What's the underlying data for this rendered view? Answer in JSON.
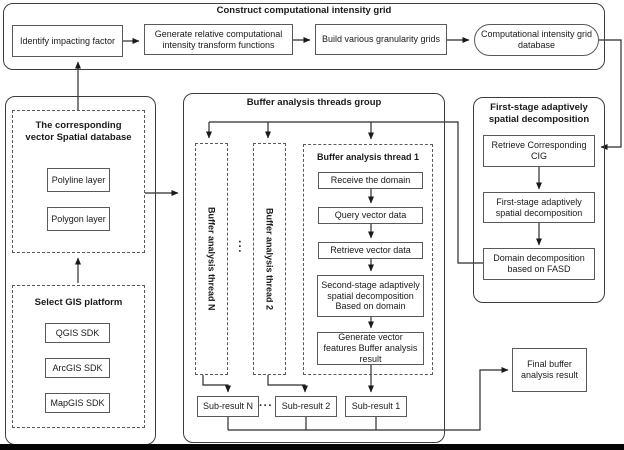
{
  "top_group": {
    "title": "Construct computational intensity grid",
    "identify_factor": "Identify  impacting factor",
    "generate_functions": "Generate relative computational\nintensity transform functions",
    "build_grids": "Build various granularity grids",
    "cig_database": "Computational intensity grid\ndatabase"
  },
  "vector_db_group": {
    "title": "The corresponding\nvector Spatial database",
    "polyline_layer": "Polyline layer",
    "polygon_layer": "Polygon layer"
  },
  "gis_group": {
    "title": "Select GIS platform",
    "qgis": "QGIS SDK",
    "arcgis": "ArcGIS SDK",
    "mapgis": "MapGIS SDK"
  },
  "threads_group": {
    "title": "Buffer analysis threads group",
    "thread_n_label": "Buffer analysis thread N",
    "thread_2_label": "Buffer analysis thread 2",
    "thread_dots": "···",
    "thread_1": {
      "title": "Buffer analysis  thread 1",
      "steps": [
        "Receive the domain",
        "Query vector data",
        "Retrieve vector data",
        "Second-stage adaptively\nspatial decomposition\nBased on domain",
        "Generate vector\nfeatures Buffer analysis\nresult"
      ]
    },
    "sub_results": [
      "Sub-result N",
      "Sub-result 2",
      "Sub-result 1"
    ],
    "sub_dots": "···"
  },
  "fasd_group": {
    "title": "First-stage adaptively\nspatial decomposition",
    "retrieve_cig": "Retrieve Corresponding\nCIG",
    "first_stage": "First-stage adaptively\nspatial decomposition",
    "domain_decomp": "Domain decomposition\nbased on FASD"
  },
  "final_result": "Final buffer\nanalysis result",
  "colors": {
    "background": "#ffffff",
    "text": "#1a1a1a",
    "box_border": "#595959",
    "container_border": "#3d3d3d",
    "connector": "#1f1f1f",
    "bottom_bar": "#050505"
  }
}
